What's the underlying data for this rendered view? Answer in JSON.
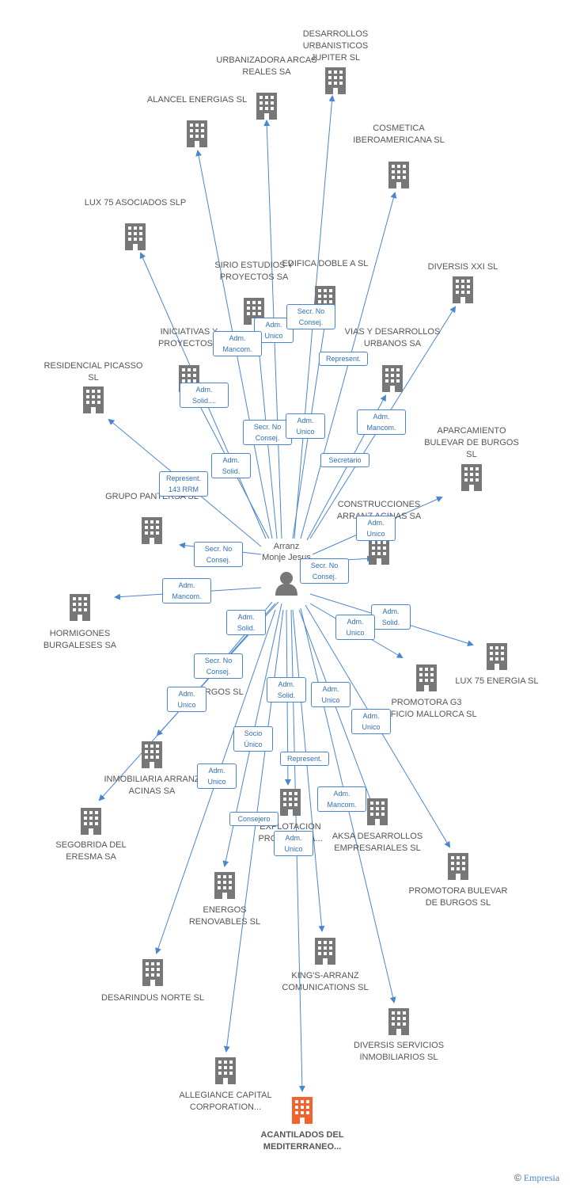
{
  "colors": {
    "edge": "#4a86d0",
    "node": "#777777",
    "main_node": "#f4622d",
    "text": "#555555"
  },
  "person": {
    "name_line1": "Arranz",
    "name_line2": "Monje Jesus",
    "icon": "person-icon"
  },
  "companies": [
    {
      "id": "jupiter",
      "label": "DESARROLLOS URBANISTICOS JUPITER SL"
    },
    {
      "id": "arcas",
      "label": "URBANIZADORA ARCAS REALES SA"
    },
    {
      "id": "alancel",
      "label": "ALANCEL ENERGIAS SL"
    },
    {
      "id": "cosmetica",
      "label": "COSMETICA IBEROAMERICANA SL"
    },
    {
      "id": "lux75asoc",
      "label": "LUX 75 ASOCIADOS SLP"
    },
    {
      "id": "sirio",
      "label": "SIRIO ESTUDIOS Y PROYECTOS SA"
    },
    {
      "id": "edifica",
      "label": "EDIFICA DOBLE A SL"
    },
    {
      "id": "diversisxxi",
      "label": "DIVERSIS XXI SL"
    },
    {
      "id": "iniciativas",
      "label": "INICIATIVAS Y PROYECTOS..."
    },
    {
      "id": "vias",
      "label": "VIAS Y DESARROLLOS URBANOS SA"
    },
    {
      "id": "picasso",
      "label": "RESIDENCIAL PICASSO SL"
    },
    {
      "id": "aparcamiento",
      "label": "APARCAMIENTO BULEVAR DE BURGOS SL"
    },
    {
      "id": "pantersa",
      "label": "GRUPO PANTERSA SL"
    },
    {
      "id": "construcciones",
      "label": "CONSTRUCCIONES ARRANZ ACINAS SA"
    },
    {
      "id": "hormigones",
      "label": "HORMIGONES BURGALESES SA"
    },
    {
      "id": "lux75energia",
      "label": "LUX 75 ENERGIA SL"
    },
    {
      "id": "energos",
      "label": "ENERGOS SL"
    },
    {
      "id": "promotorag3",
      "label": "PROMOTORA G3 EDIFICIO MALLORCA SL"
    },
    {
      "id": "inmobiliaria",
      "label": "INMOBILIARIA ARRANZ ACINAS SA"
    },
    {
      "id": "segobrida",
      "label": "SEGOBRIDA DEL ERESMA SA"
    },
    {
      "id": "explotacion",
      "label": "EXPLOTACION PROMOTORA..."
    },
    {
      "id": "aksa",
      "label": "AKSA DESARROLLOS EMPRESARIALES SL"
    },
    {
      "id": "promotorabulevar",
      "label": "PROMOTORA BULEVAR DE BURGOS SL"
    },
    {
      "id": "energosrenov",
      "label": "ENERGOS RENOVABLES SL"
    },
    {
      "id": "desarindus",
      "label": "DESARINDUS NORTE SL"
    },
    {
      "id": "kings",
      "label": "KING'S-ARRANZ COMUNICATIONS SL"
    },
    {
      "id": "diversisserv",
      "label": "DIVERSIS SERVICIOS INMOBILIARIOS SL"
    },
    {
      "id": "allegiance",
      "label": "ALLEGIANCE CAPITAL CORPORATION..."
    },
    {
      "id": "acantilados",
      "label": "ACANTILADOS DEL MEDITERRANEO..."
    }
  ],
  "roles": [
    {
      "id": "r1",
      "line1": "Adm.",
      "line2": "Unico"
    },
    {
      "id": "r2",
      "line1": "Secr. No",
      "line2": "Consej."
    },
    {
      "id": "r3",
      "line1": "Adm.",
      "line2": "Mancom."
    },
    {
      "id": "r4",
      "line1": "Represent.",
      "line2": ""
    },
    {
      "id": "r5",
      "line1": "Adm.",
      "line2": "Solid...."
    },
    {
      "id": "r6",
      "line1": "Adm.",
      "line2": "Mancom."
    },
    {
      "id": "r7",
      "line1": "Secr. No",
      "line2": "Consej."
    },
    {
      "id": "r8",
      "line1": "Adm.",
      "line2": "Unico"
    },
    {
      "id": "r9",
      "line1": "Secretario",
      "line2": ""
    },
    {
      "id": "r10",
      "line1": "Adm.",
      "line2": "Solid."
    },
    {
      "id": "r11",
      "line1": "Represent.",
      "line2": "143 RRM"
    },
    {
      "id": "r12",
      "line1": "Adm.",
      "line2": "Unico"
    },
    {
      "id": "r13",
      "line1": "Secr. No",
      "line2": "Consej."
    },
    {
      "id": "r14",
      "line1": "Secr. No",
      "line2": "Consej."
    },
    {
      "id": "r15",
      "line1": "Adm.",
      "line2": "Mancom."
    },
    {
      "id": "r16",
      "line1": "Adm.",
      "line2": "Solid."
    },
    {
      "id": "r17",
      "line1": "Adm.",
      "line2": "Solid."
    },
    {
      "id": "r18",
      "line1": "Adm.",
      "line2": "Unico"
    },
    {
      "id": "r19",
      "line1": "Secr. No",
      "line2": "Consej."
    },
    {
      "id": "r20",
      "line1": "Adm.",
      "line2": "Unico"
    },
    {
      "id": "r21",
      "line1": "Adm.",
      "line2": "Solid."
    },
    {
      "id": "r22",
      "line1": "Adm.",
      "line2": "Unico"
    },
    {
      "id": "r23",
      "line1": "Adm.",
      "line2": "Unico"
    },
    {
      "id": "r24",
      "line1": "Socio",
      "line2": "Único"
    },
    {
      "id": "r25",
      "line1": "Represent.",
      "line2": ""
    },
    {
      "id": "r26",
      "line1": "Adm.",
      "line2": "Unico"
    },
    {
      "id": "r27",
      "line1": "Adm.",
      "line2": "Mancom."
    },
    {
      "id": "r28",
      "line1": "Consejero",
      "line2": ""
    },
    {
      "id": "r29",
      "line1": "Adm.",
      "line2": "Unico"
    }
  ],
  "footer": {
    "copyright": "©",
    "brand": "Empresia"
  }
}
